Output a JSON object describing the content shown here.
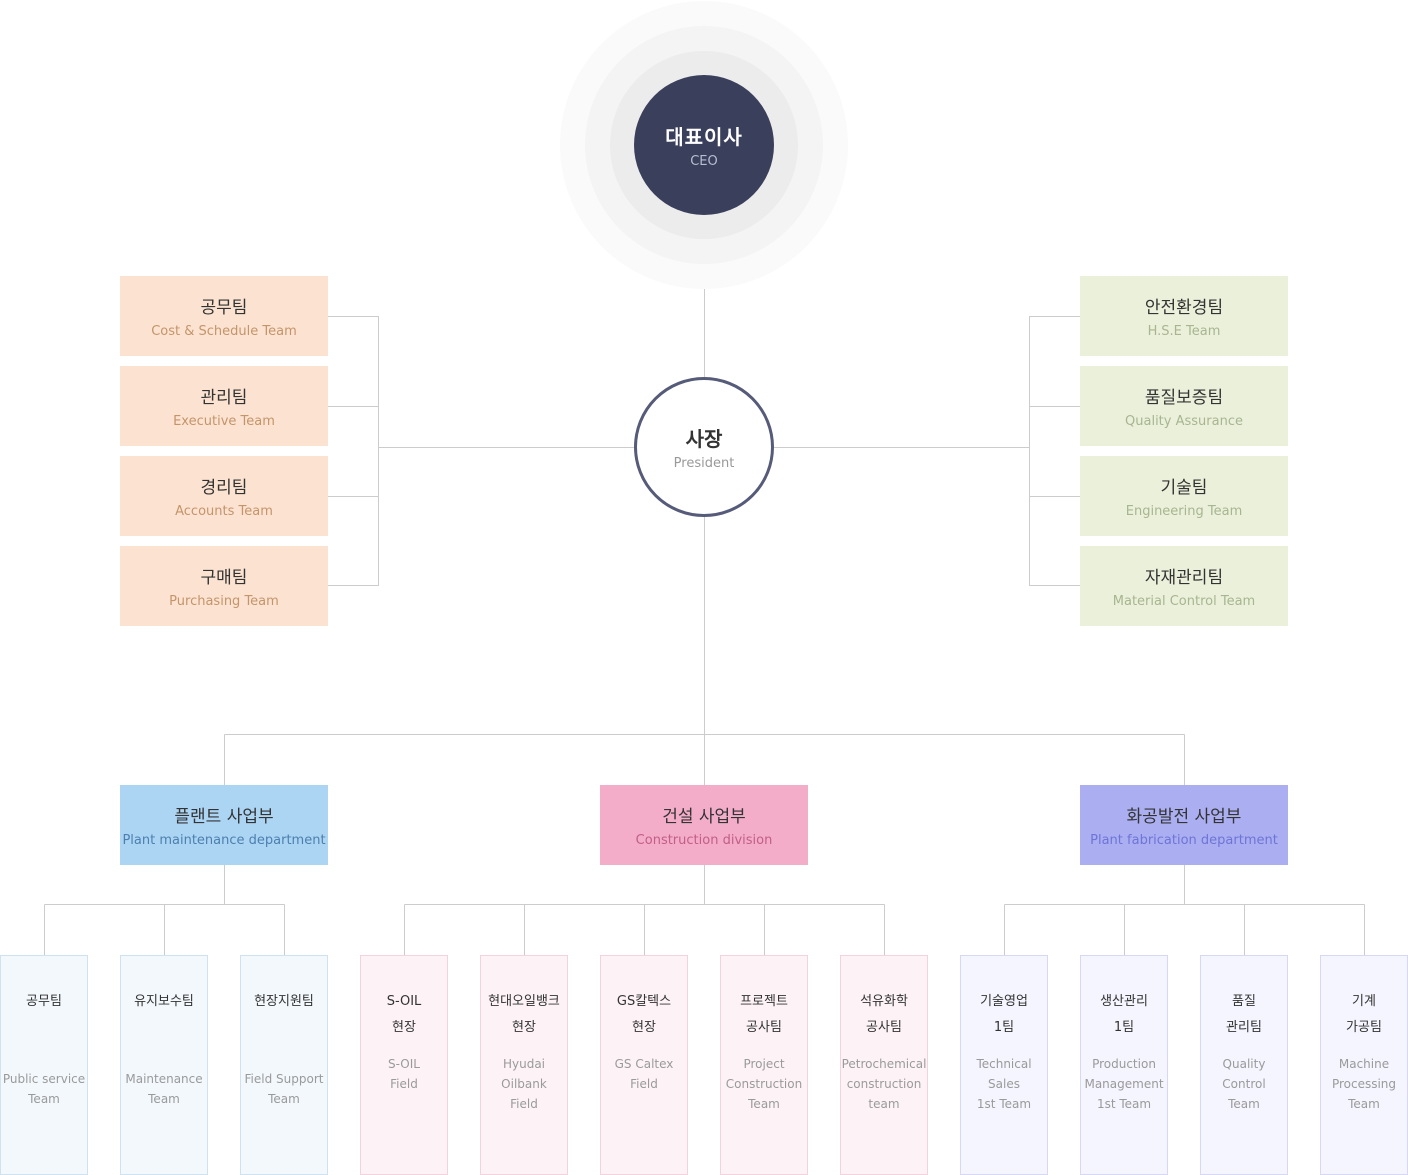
{
  "ceo": {
    "ko": "대표이사",
    "en": "CEO"
  },
  "president": {
    "ko": "사장",
    "en": "President"
  },
  "left_teams": [
    {
      "ko": "공무팀",
      "en": "Cost & Schedule Team"
    },
    {
      "ko": "관리팀",
      "en": "Executive Team"
    },
    {
      "ko": "경리팀",
      "en": "Accounts Team"
    },
    {
      "ko": "구매팀",
      "en": "Purchasing Team"
    }
  ],
  "right_teams": [
    {
      "ko": "안전환경팀",
      "en": "H.S.E Team"
    },
    {
      "ko": "품질보증팀",
      "en": "Quality Assurance"
    },
    {
      "ko": "기술팀",
      "en": "Engineering Team"
    },
    {
      "ko": "자재관리팀",
      "en": "Material Control Team"
    }
  ],
  "divisions": [
    {
      "ko": "플랜트 사업부",
      "en": "Plant maintenance department",
      "color": "#acd5f4"
    },
    {
      "ko": "건설 사업부",
      "en": "Construction division",
      "color": "#f3adc8"
    },
    {
      "ko": "화공발전 사업부",
      "en": "Plant fabrication department",
      "color": "#abaff1"
    }
  ],
  "sub_teams": [
    {
      "ko": "공무팀",
      "en": "Public service\nTeam"
    },
    {
      "ko": "유지보수팀",
      "en": "Maintenance\nTeam"
    },
    {
      "ko": "현장지원팀",
      "en": "Field Support\nTeam"
    },
    {
      "ko": "S-OIL\n현장",
      "en": "S-OIL\nField"
    },
    {
      "ko": "현대오일뱅크\n현장",
      "en": "Hyudai\nOilbank\nField"
    },
    {
      "ko": "GS칼텍스\n현장",
      "en": "GS Caltex\nField"
    },
    {
      "ko": "프로젝트\n공사팀",
      "en": "Project\nConstruction\nTeam"
    },
    {
      "ko": "석유화학\n공사팀",
      "en": "Petrochemical\nconstruction\nteam"
    },
    {
      "ko": "기술영업\n1팀",
      "en": "Technical\nSales\n1st Team"
    },
    {
      "ko": "생산관리\n1팀",
      "en": "Production\nManagement\n1st Team"
    },
    {
      "ko": "품질\n관리팀",
      "en": "Quality\nControl\nTeam"
    },
    {
      "ko": "기계\n가공팀",
      "en": "Machine\nProcessing\nTeam"
    }
  ]
}
